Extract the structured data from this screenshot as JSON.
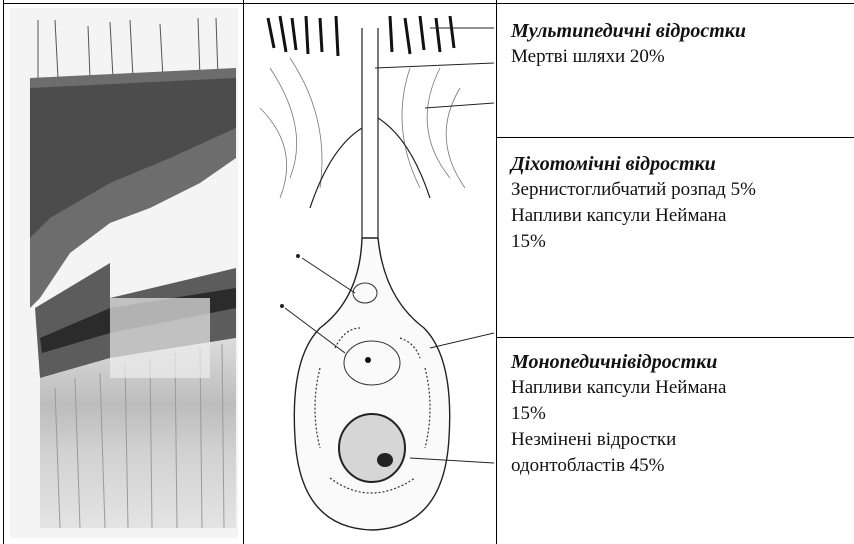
{
  "cells": [
    {
      "title": "Мультипедичні відростки",
      "lines": [
        "Мертві шляхи 20%"
      ]
    },
    {
      "title": "Діхотомічні відростки",
      "lines": [
        "Зернистоглибчатий розпад 5%",
        "Напливи капсули Неймана",
        "15%"
      ]
    },
    {
      "title": "Монопедичнівідростки",
      "lines": [
        "Напливи капсули Неймана",
        "15%",
        "Незмінені відростки",
        "одонтобластів 45%"
      ]
    }
  ]
}
